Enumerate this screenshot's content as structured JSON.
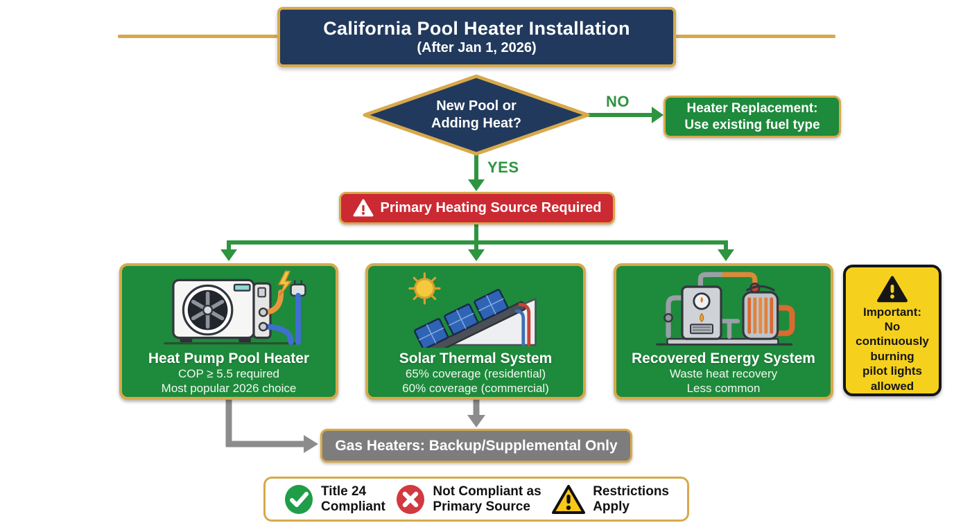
{
  "title": {
    "line1": "California Pool Heater Installation",
    "line2": "(After Jan 1, 2026)"
  },
  "decision": {
    "line1": "New Pool or",
    "line2": "Adding Heat?"
  },
  "labels": {
    "no": "NO",
    "yes": "YES"
  },
  "replacement": {
    "line1": "Heater Replacement:",
    "line2": "Use existing fuel type"
  },
  "requirement": {
    "label": "Primary Heating Source Required"
  },
  "options": [
    {
      "icon": "heat-pump-illustration",
      "title": "Heat Pump Pool Heater",
      "line1": "COP ≥ 5.5 required",
      "line2": "Most popular 2026 choice"
    },
    {
      "icon": "solar-thermal-illustration",
      "title": "Solar Thermal System",
      "line1": "65% coverage (residential)",
      "line2": "60% coverage (commercial)"
    },
    {
      "icon": "recovered-energy-illustration",
      "title": "Recovered Energy System",
      "line1": "Waste heat recovery",
      "line2": "Less common"
    }
  ],
  "important": {
    "lines": [
      "Important:",
      "No",
      "continuously",
      "burning",
      "pilot lights",
      "allowed"
    ]
  },
  "gas": {
    "label": "Gas Heaters: Backup/Supplemental Only"
  },
  "legend": [
    {
      "icon": "check-circle-icon",
      "line1": "Title 24",
      "line2": "Compliant"
    },
    {
      "icon": "x-circle-icon",
      "line1": "Not Compliant as",
      "line2": "Primary Source"
    },
    {
      "icon": "warning-triangle-icon",
      "line1": "Restrictions",
      "line2": "Apply"
    }
  ],
  "colors": {
    "navy": "#21395c",
    "gold": "#d7a94b",
    "green_box": "#1e8a3c",
    "green_arrow": "#2e9440",
    "red": "#cc2a33",
    "gray_box": "#7d7d7d",
    "gray_arrow": "#8c8c8c",
    "yellow": "#f5d11d",
    "legend_green": "#1f9d48",
    "legend_red": "#d23940",
    "legend_yellow": "#f8c719"
  }
}
